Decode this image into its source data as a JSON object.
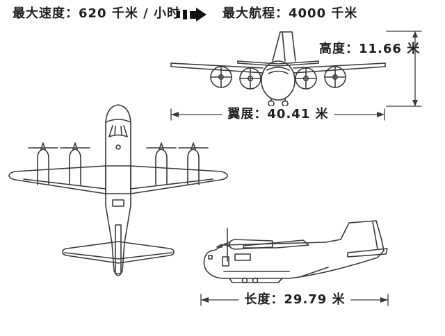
{
  "page": {
    "background": "#ffffff",
    "line_color": "#3a3a3a",
    "text_color": "#1f1f1f",
    "arrow_icon_color": "#141414"
  },
  "header": {
    "max_speed": "最大速度：620 千米 / 小时",
    "arrow_icon": "dashed-right-arrow",
    "max_range": "最大航程：4000 千米"
  },
  "dimensions": {
    "height": "高度：11.66 米",
    "wingspan": "翼展：40.41 米",
    "length": "长度：29.79 米"
  }
}
